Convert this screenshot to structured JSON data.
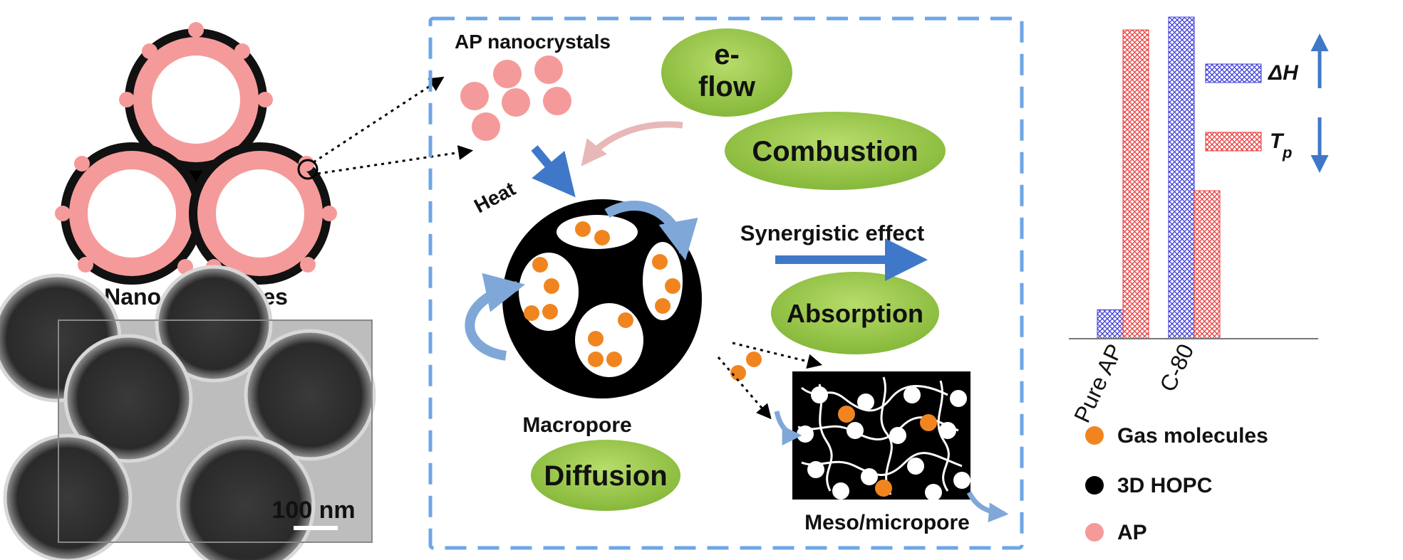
{
  "left_panel": {
    "label": "Nanocomposites",
    "scale_bar": "100 nm"
  },
  "center_panel": {
    "ap_label": "AP nanocrystals",
    "pills": {
      "eflow_line1": "e-",
      "eflow_line2": "flow",
      "combustion": "Combustion",
      "absorption": "Absorption",
      "diffusion": "Diffusion"
    },
    "heat": "Heat",
    "synergy": "Synergistic effect",
    "macropore": "Macropore",
    "mesopore": "Meso/micropore"
  },
  "colors": {
    "dash_border": "#6ea6e6",
    "pill_fill": "#8fbf3f",
    "ap_pink": "#f59a9a",
    "gas_orange": "#f0851f",
    "hopc_black": "#000000",
    "arrow_blue": "#3f78c8",
    "hatch_blue": "#3a3ad8",
    "hatch_red": "#e83a3a"
  },
  "chart_data": {
    "type": "bar",
    "categories": [
      "Pure AP",
      "C-80"
    ],
    "series": [
      {
        "key": "dH",
        "values": [
          0.09,
          1.0
        ]
      },
      {
        "key": "Tp",
        "values": [
          0.96,
          0.46
        ]
      }
    ],
    "ylim": [
      0,
      1
    ],
    "grid": false,
    "legend": {
      "dh_label": "ΔH",
      "tp_main": "T",
      "tp_sub": "p",
      "dh_arrow": "up",
      "tp_arrow": "down"
    }
  },
  "legend": {
    "gas": "Gas  molecules",
    "hopc": "3D HOPC",
    "ap": "AP"
  }
}
